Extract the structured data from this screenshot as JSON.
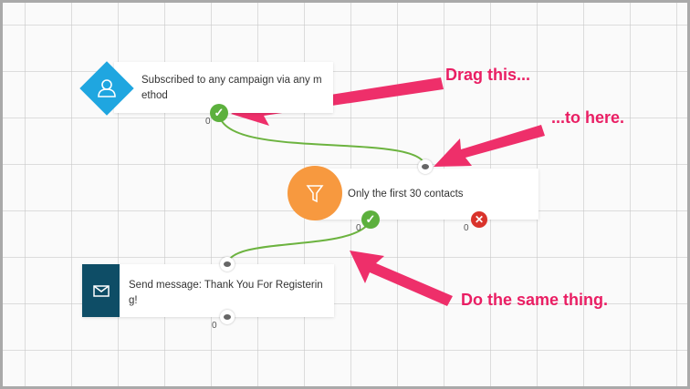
{
  "nodes": {
    "trigger": {
      "text": "Subscribed to any campaign via any method",
      "line1": "Subscribed to any campaign via any m",
      "line2": "ethod",
      "count": "0",
      "icon": "user-icon",
      "color": "#1fa6e0"
    },
    "filter": {
      "text": "Only the first 30 contacts",
      "yes_count": "0",
      "no_count": "0",
      "icon": "funnel-icon",
      "color": "#f7993f"
    },
    "message": {
      "line1": "Send message: Thank You For Registerin",
      "line2": "g!",
      "count": "0",
      "icon": "envelope-icon",
      "color": "#0e4d66"
    }
  },
  "annotations": {
    "drag": "Drag this...",
    "here": "...to here.",
    "same": "Do the same thing.",
    "color": "#e91e63"
  },
  "glyphs": {
    "check": "✓",
    "cross": "✕"
  }
}
